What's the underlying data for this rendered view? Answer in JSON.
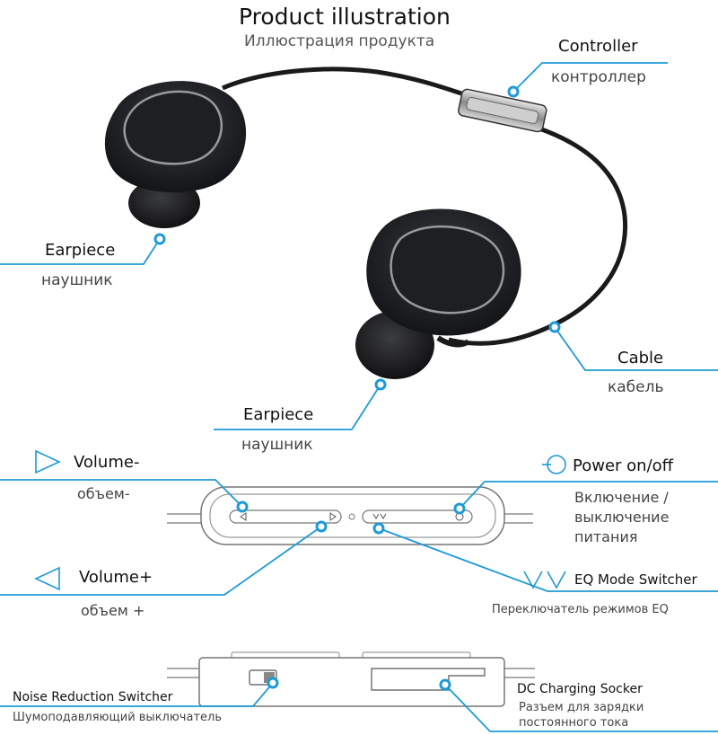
{
  "header": {
    "title": "Product illustration",
    "subtitle": "Иллюстрация продукта"
  },
  "callouts": {
    "controller": {
      "en": "Controller",
      "ru": "контроллер"
    },
    "earpiece_left": {
      "en": "Earpiece",
      "ru": "наушник"
    },
    "cable": {
      "en": "Cable",
      "ru": "кабель"
    },
    "earpiece_right": {
      "en": "Earpiece",
      "ru": "наушник"
    }
  },
  "controls": {
    "volume_minus": {
      "en": "Volume-",
      "ru": "объем-"
    },
    "power": {
      "en": "Power on/off",
      "ru_line1": "Включение /",
      "ru_line2": "выключение",
      "ru_line3": "питания"
    },
    "volume_plus": {
      "en": "Volume+",
      "ru": "объем +"
    },
    "eq_mode": {
      "en": "EQ Mode Switcher",
      "ru": "Переключатель режимов EQ"
    },
    "noise_reduction": {
      "en": "Noise  Reduction Switcher",
      "ru": "Шумоподавляющий выключатель"
    },
    "dc_charging": {
      "en": "DC Charging Socker",
      "ru_line1": "Разъем для зарядки",
      "ru_line2": "постоянного тока"
    }
  },
  "colors": {
    "accent": "#1e9ad6",
    "device_dark": "#1b1d20",
    "outline": "#555555"
  }
}
